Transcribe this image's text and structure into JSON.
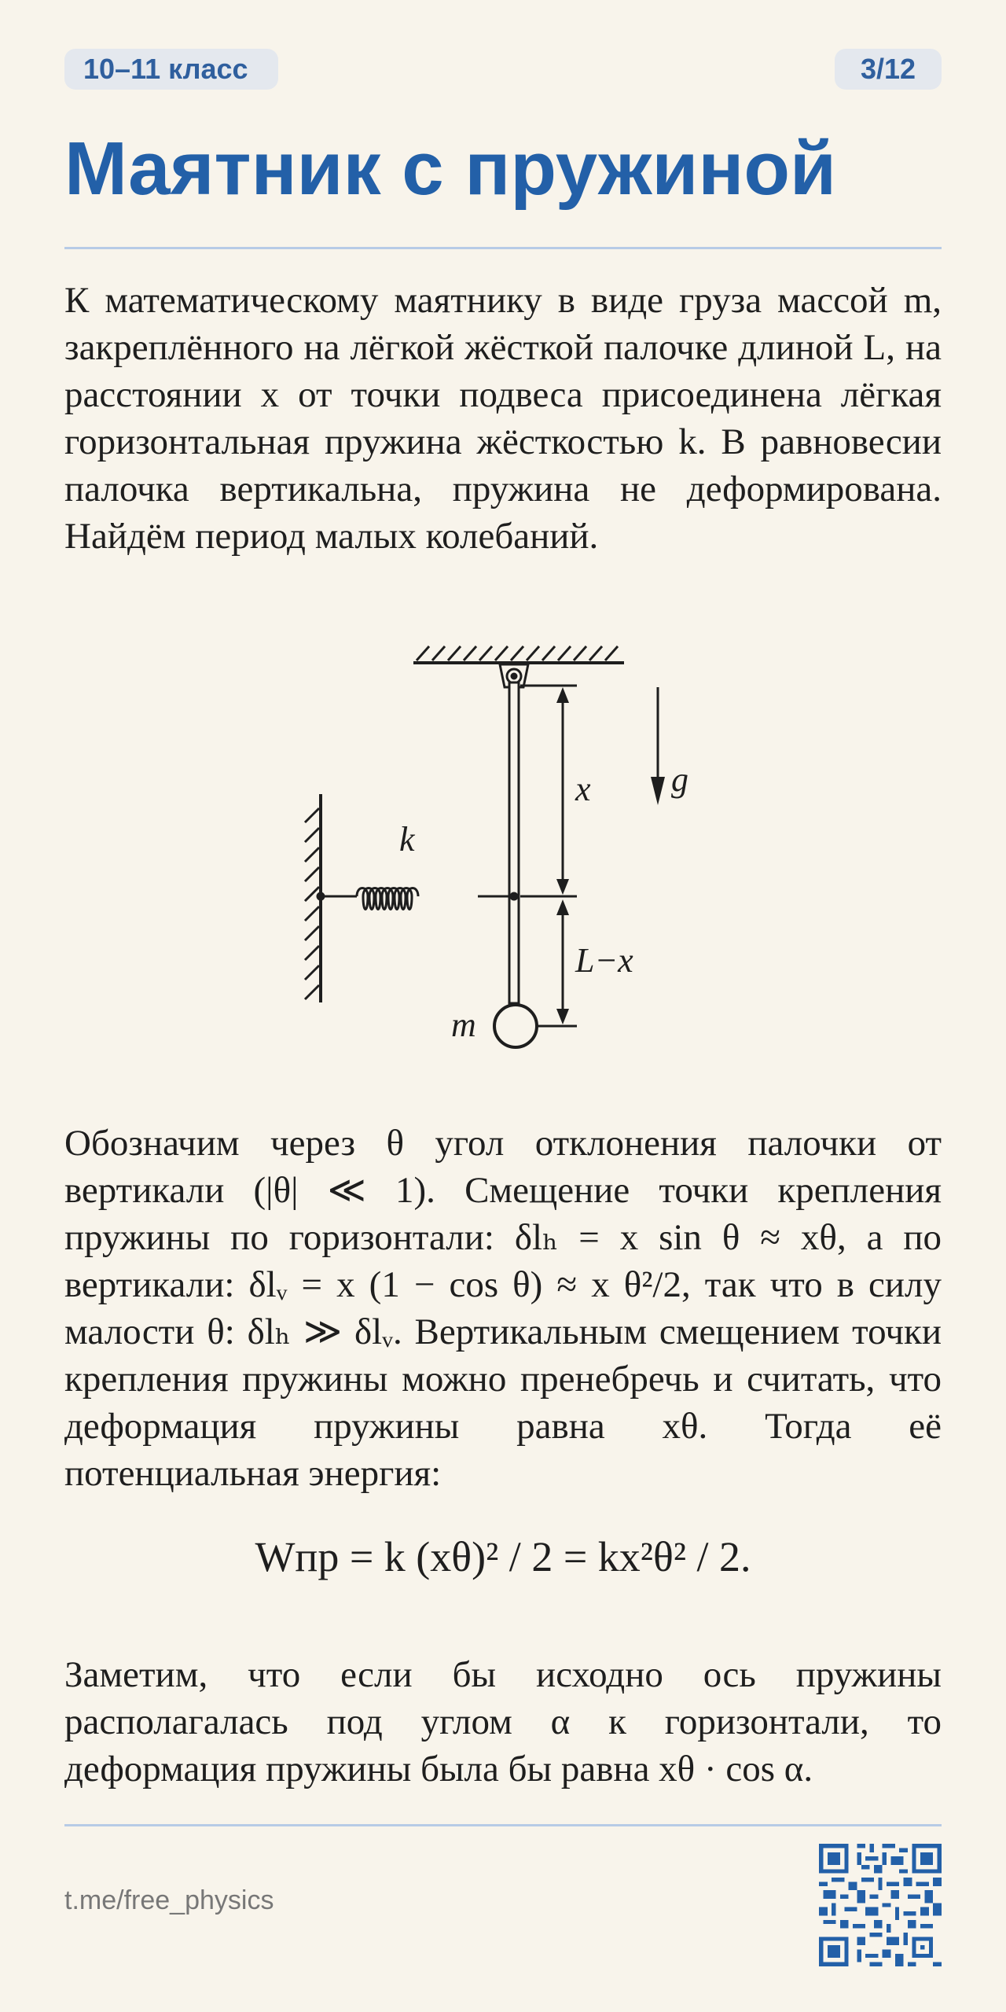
{
  "header": {
    "grade": "10–11 класс",
    "page": "3/12"
  },
  "title": "Маятник с пружиной",
  "paragraphs": {
    "p1": "К математическому маятнику в виде груза массой m, закреплённого на лёгкой жёсткой палочке длиной L, на расстоянии x от точки подвеса присоединена лёгкая горизонтальная пружина жёсткостью k. В равновесии палочка вертикальна, пружина не деформирована. Найдём период малых колебаний.",
    "p2": "Обозначим через θ угол отклонения палочки от вертикали (|θ| ≪ 1). Смещение точки крепления пружины по горизонтали: δlₕ = x sin θ ≈ xθ, а по вертикали: δlᵥ = x (1 − cos θ) ≈ x θ²/2, так что в силу малости θ: δlₕ ≫ δlᵥ. Вертикальным смещением точки крепления пружины можно пренебречь и считать, что деформация пружины равна xθ. Тогда её потенциальная энергия:",
    "formula": "Wпр = k (xθ)² / 2 = kx²θ² / 2.",
    "p3": "Заметим, что если бы исходно ось пружины располагалась под углом α к горизонтали, то деформация пружины была бы равна xθ · cos α."
  },
  "figure": {
    "label_x": "x",
    "label_g": "g",
    "label_k": "k",
    "label_lx": "L−x",
    "label_m": "m"
  },
  "footer": {
    "link": "t.me/free_physics"
  }
}
